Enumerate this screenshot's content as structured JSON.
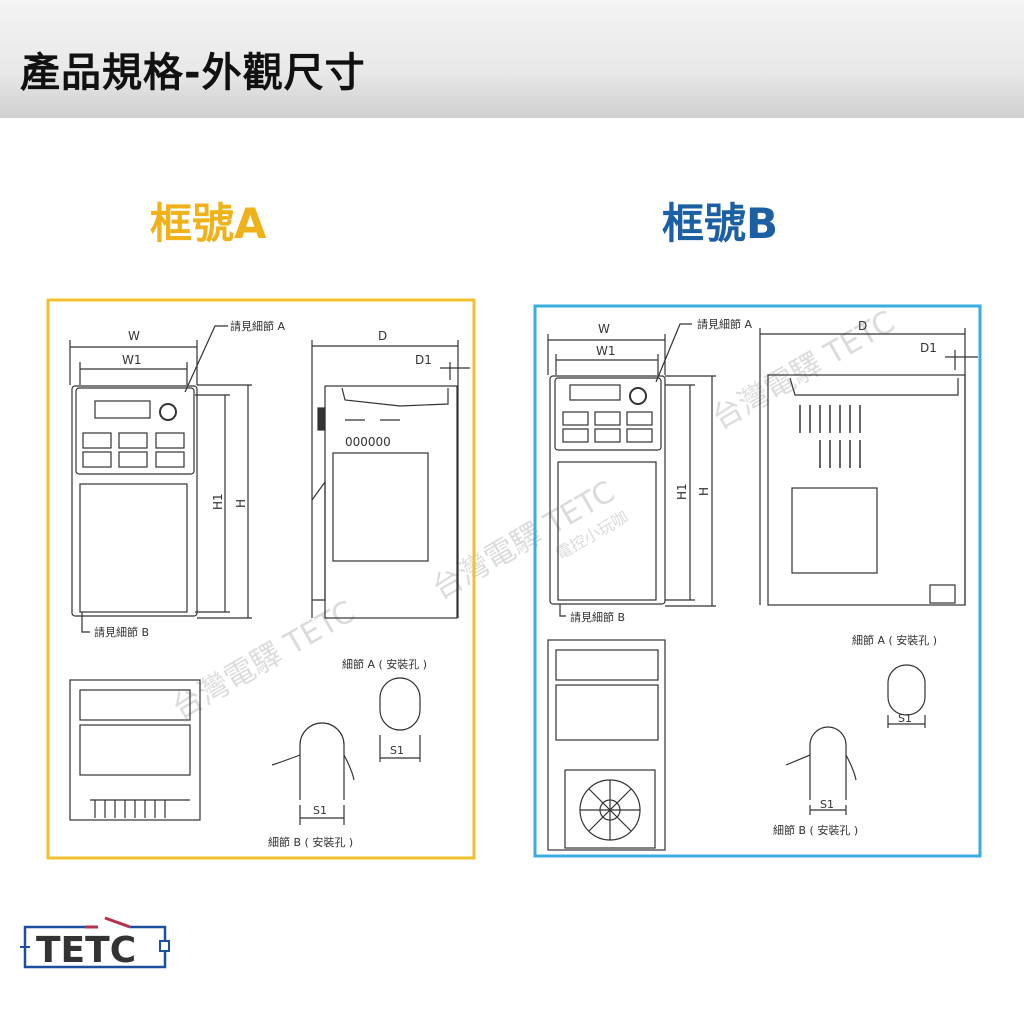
{
  "header": {
    "title": "產品規格-外觀尺寸"
  },
  "colors": {
    "frame_a": "#f2c12e",
    "frame_a_title": "#f0b21a",
    "frame_b": "#3aaede",
    "frame_b_title": "#1d5fa3",
    "line": "#333333"
  },
  "frame_a": {
    "title": "框號A",
    "labels": {
      "w": "W",
      "w1": "W1",
      "d": "D",
      "d1": "D1",
      "h1": "H1",
      "h": "H",
      "see_a": "請見細節 A",
      "see_b": "請見細節 B",
      "detail_a": "細節 A ( 安裝孔 )",
      "detail_b": "細節 B ( 安裝孔 )",
      "s1_a": "S1",
      "s1_b": "S1"
    }
  },
  "frame_b": {
    "title": "框號B",
    "labels": {
      "w": "W",
      "w1": "W1",
      "d": "D",
      "d1": "D1",
      "h1": "H1",
      "h": "H",
      "see_a": "請見細節 A",
      "see_b": "請見細節 B",
      "detail_a": "細節 A ( 安裝孔 )",
      "detail_b": "細節 B ( 安裝孔 )",
      "s1_a": "S1",
      "s1_b": "S1"
    }
  },
  "watermark": {
    "text": "台灣電驛 TETC",
    "sub": "電控小玩咖"
  },
  "logo": {
    "text": "TETC"
  }
}
